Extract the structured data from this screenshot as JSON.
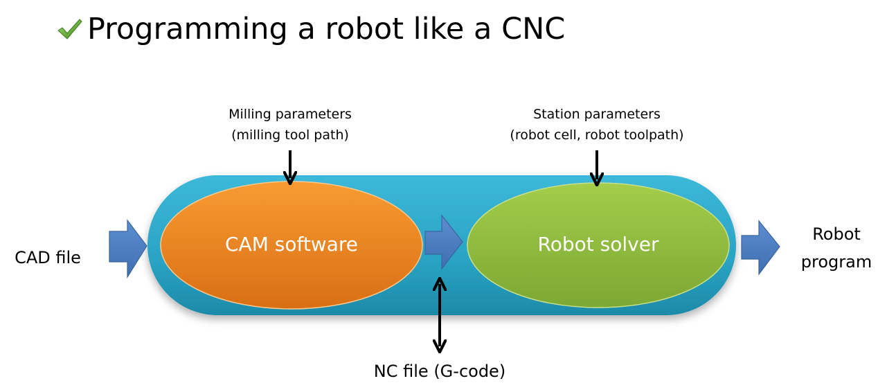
{
  "slide": {
    "title": "Programming a robot like a CNC",
    "title_icon": "checkmark-icon"
  },
  "diagram": {
    "nodes": {
      "cam": "CAM software",
      "solver": "Robot solver"
    },
    "labels": {
      "milling_line1": "Milling parameters",
      "milling_line2": "(milling tool path)",
      "station_line1": "Station parameters",
      "station_line2": "(robot cell, robot toolpath)",
      "input": "CAD file",
      "output_line1": "Robot",
      "output_line2": "program",
      "nc_file": "NC file (G-code)"
    },
    "colors": {
      "pipeline": "#2fa8c8",
      "cam": "#f07f1c",
      "solver": "#8cb83d",
      "flow_arrow": "#4f81bd",
      "check": "#5aa02c"
    }
  }
}
